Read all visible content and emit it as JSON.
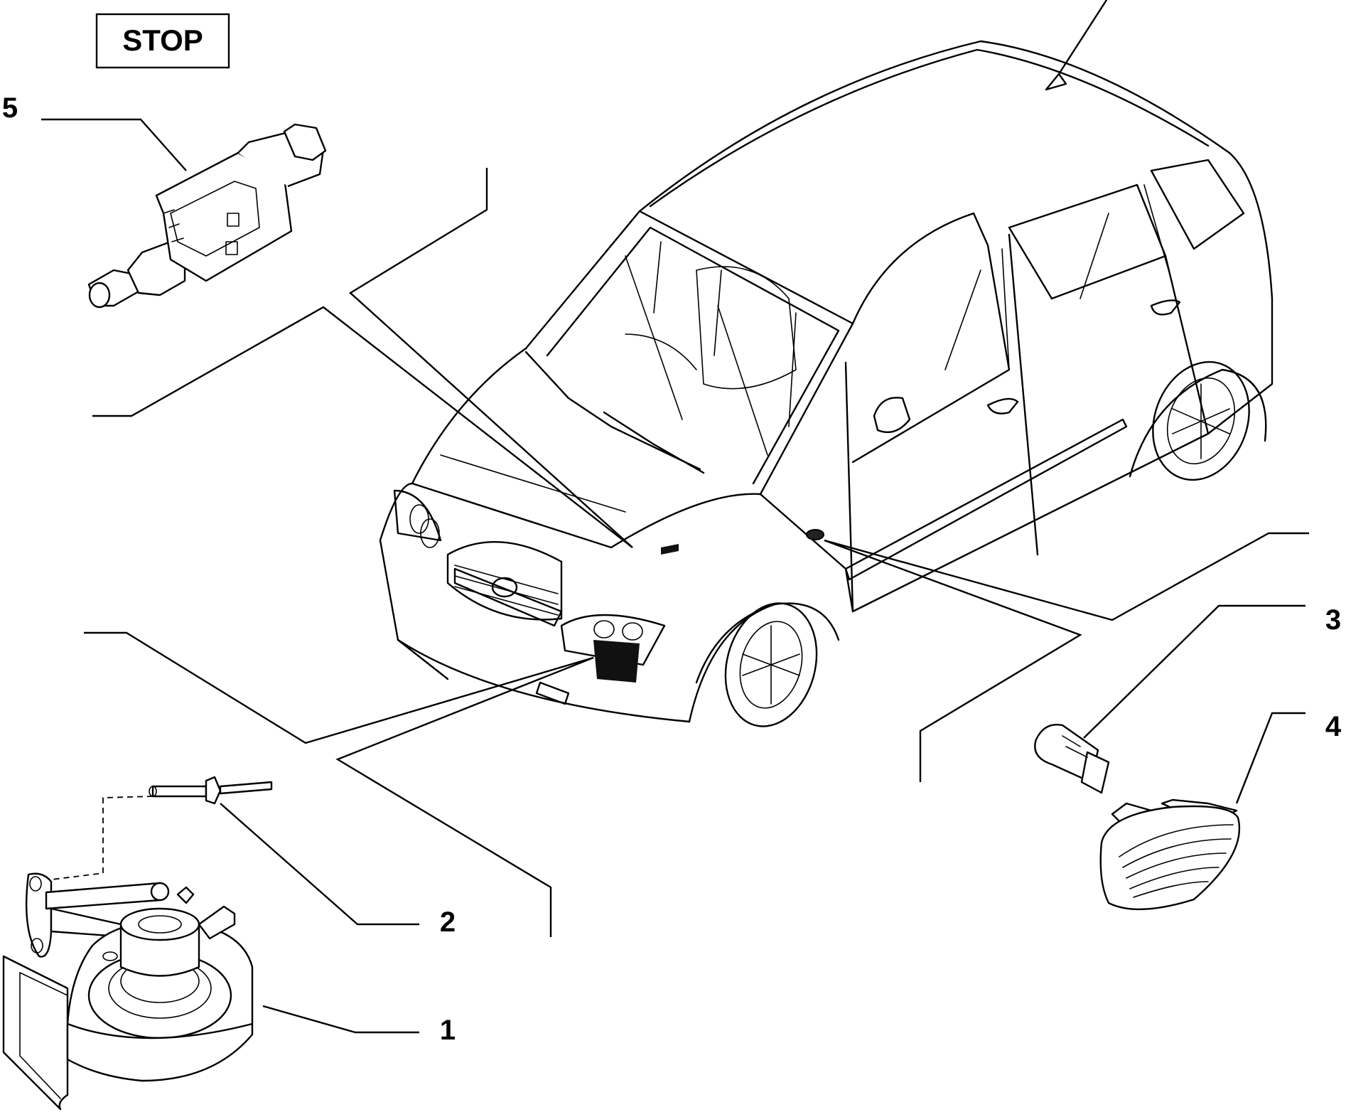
{
  "stop_label": "STOP",
  "callouts": [
    {
      "id": "1",
      "name": "horn"
    },
    {
      "id": "2",
      "name": "rivet"
    },
    {
      "id": "3",
      "name": "bulb"
    },
    {
      "id": "4",
      "name": "side-repeater-lamp"
    },
    {
      "id": "5",
      "name": "stop-light-switch"
    }
  ],
  "colors": {
    "ink": "#000000",
    "paper": "#ffffff"
  }
}
